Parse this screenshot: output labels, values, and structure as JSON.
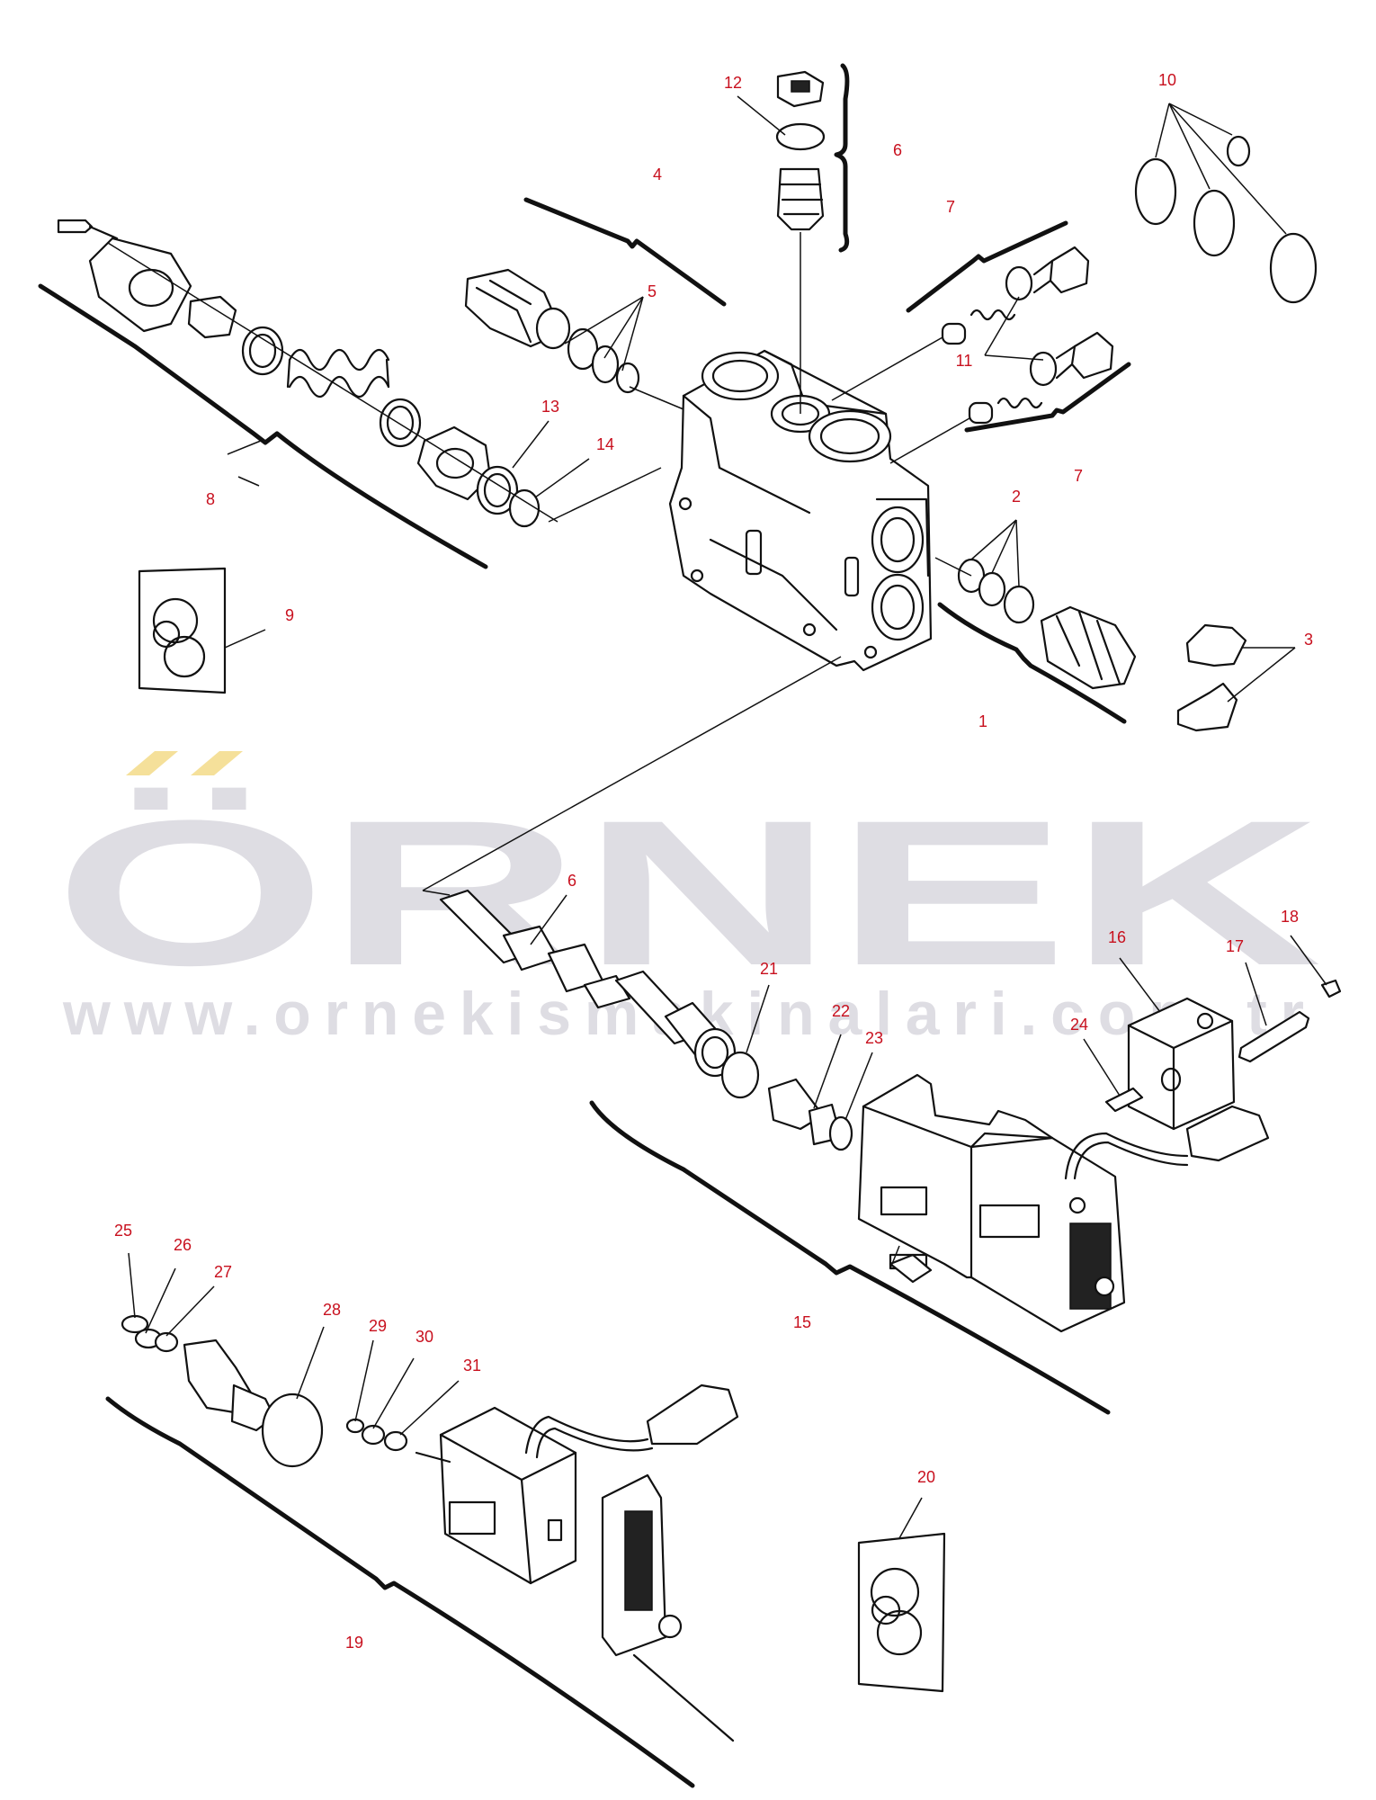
{
  "watermark": {
    "brand": "ÖRNEK",
    "url": "www.ornekismakinalari.com.tr",
    "colors": {
      "letters": "#dedde3",
      "accent": "#f5e09a"
    }
  },
  "callout_color": "#c8101e",
  "callouts": [
    "1",
    "2",
    "3",
    "4",
    "5",
    "6",
    "6",
    "7",
    "7",
    "8",
    "9",
    "10",
    "11",
    "12",
    "13",
    "14",
    "15",
    "16",
    "17",
    "18",
    "19",
    "20",
    "21",
    "22",
    "23",
    "24",
    "25",
    "26",
    "27",
    "28",
    "29",
    "30",
    "31"
  ]
}
